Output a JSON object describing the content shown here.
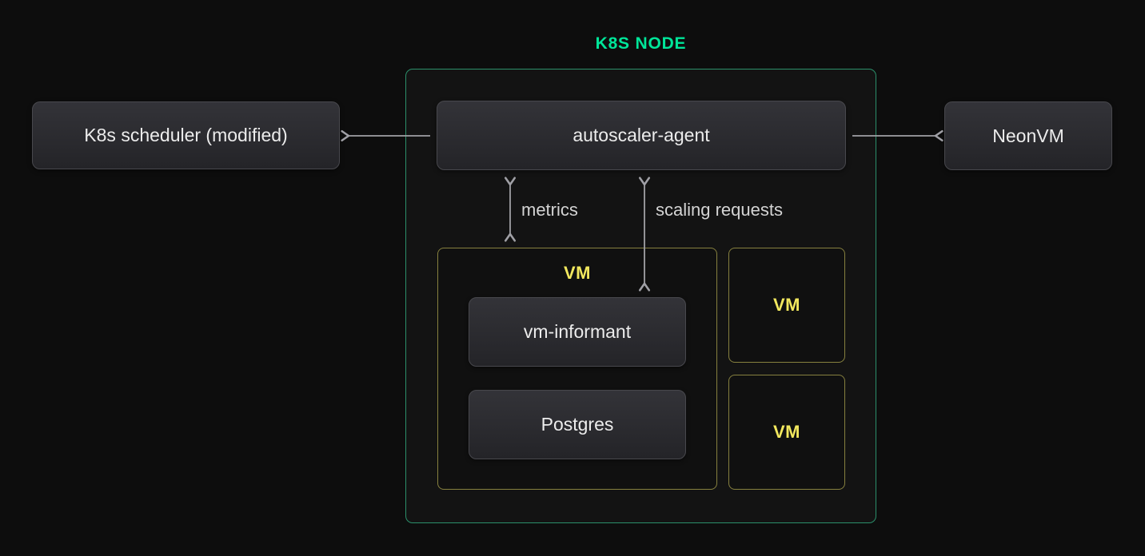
{
  "title": "K8S NODE",
  "boxes": {
    "scheduler": "K8s scheduler (modified)",
    "agent": "autoscaler-agent",
    "neonvm": "NeonVM",
    "vm_informant": "vm-informant",
    "postgres": "Postgres"
  },
  "vm_labels": {
    "main": "VM",
    "top_right": "VM",
    "bottom_right": "VM"
  },
  "edge_labels": {
    "metrics": "metrics",
    "scaling": "scaling requests"
  },
  "colors": {
    "background": "#0d0d0d",
    "node_background": "#131313",
    "node_border": "#2b8f6a",
    "title_green": "#00e599",
    "vm_border": "#87813f",
    "vm_label_yellow": "#f2e85e",
    "box_border": "#48484d",
    "box_fill_top": "#333338",
    "box_fill_bottom": "#242428",
    "box_text": "#ececec",
    "arrow_gray": "#a0a0a6",
    "edge_label_text": "#d4d4d4"
  }
}
